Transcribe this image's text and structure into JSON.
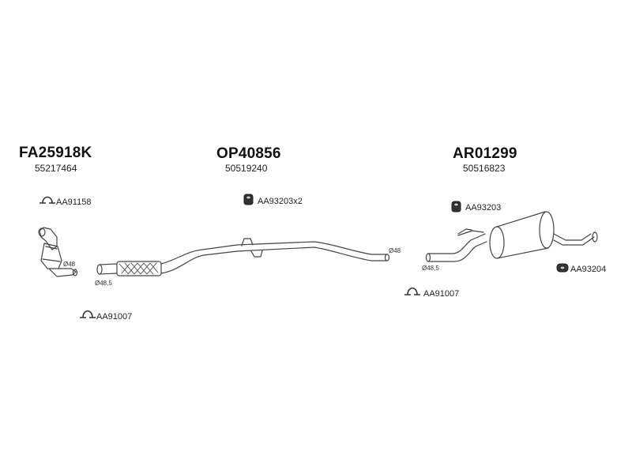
{
  "sections": [
    {
      "code": "FA25918K",
      "oem": "55217464"
    },
    {
      "code": "OP40856",
      "oem": "50519240"
    },
    {
      "code": "AR01299",
      "oem": "50516823"
    }
  ],
  "parts": [
    {
      "number": "AA91158"
    },
    {
      "number": "AA91007"
    },
    {
      "number": "AA93203x2"
    },
    {
      "number": "AA93203"
    },
    {
      "number": "AA91007"
    },
    {
      "number": "AA93204"
    }
  ],
  "diameters": [
    "Ø48",
    "Ø48,5",
    "Ø48",
    "Ø48,5"
  ],
  "colors": {
    "line": "#444444",
    "text": "#111111",
    "fill": "#ffffff",
    "dark": "#333333"
  }
}
